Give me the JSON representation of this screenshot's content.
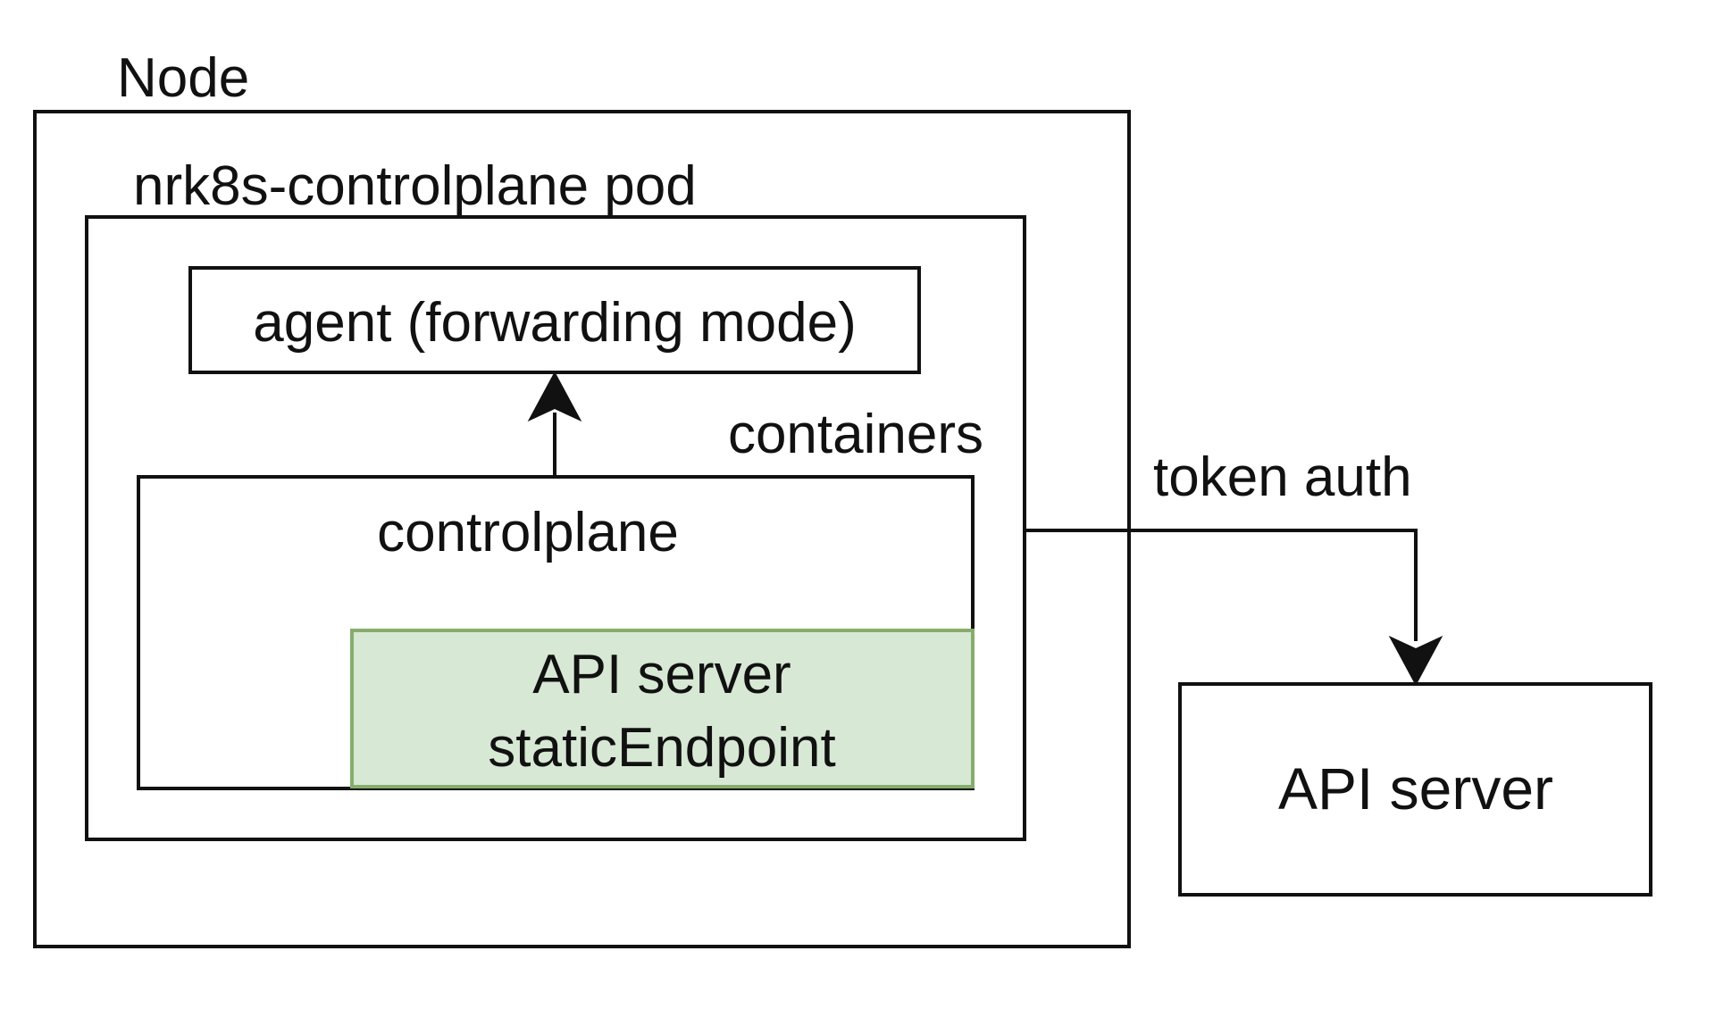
{
  "labels": {
    "node": "Node",
    "pod": "nrk8s-controlplane pod",
    "agent": "agent (forwarding mode)",
    "containers": "containers",
    "controlplane": "controlplane",
    "static_endpoint_line1": "API server",
    "static_endpoint_line2": "staticEndpoint",
    "token_auth": "token auth",
    "api_server": "API server"
  },
  "colors": {
    "stroke": "#111111",
    "static_endpoint_fill": "#d7e8d4",
    "static_endpoint_stroke": "#86ad6c"
  }
}
